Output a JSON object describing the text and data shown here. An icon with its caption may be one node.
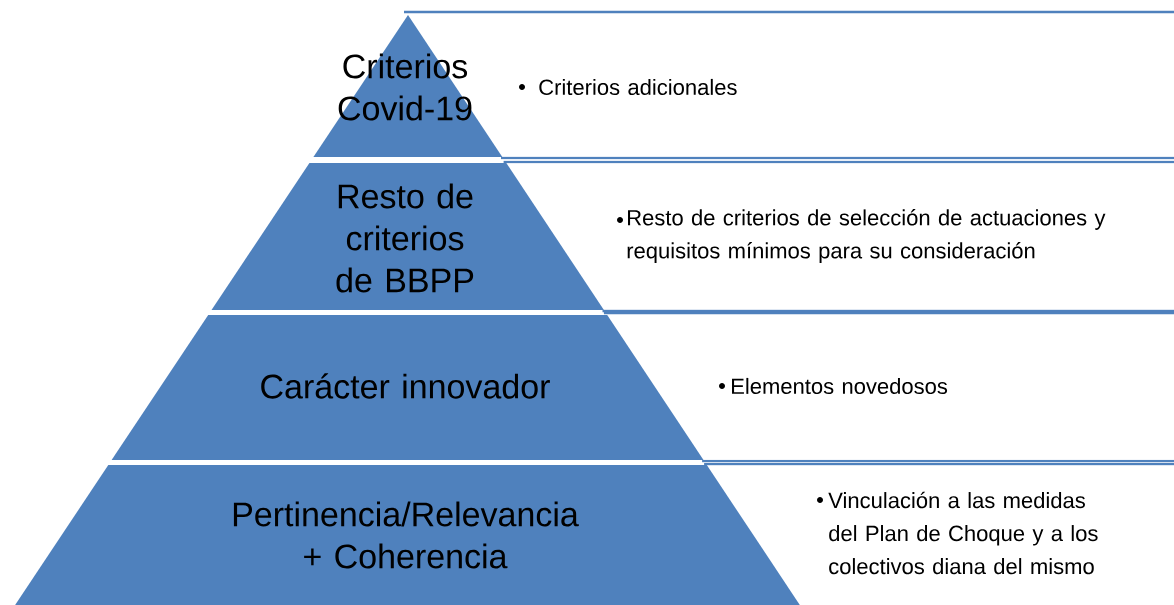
{
  "diagram": {
    "nodes": [
      {
        "text": [
          "Criterios Covid-19"
        ]
      },
      {
        "text": [
          "Criterios adicionales"
        ]
      },
      {
        "text": [
          "Resto de criterios de BBPP"
        ]
      },
      {
        "text": [
          "Resto de criterios de selección de actuaciones y requisitos mínimos para su consideración"
        ]
      },
      {
        "text": [
          "Carácter innovador"
        ]
      },
      {
        "text": [
          "Elementos novedosos"
        ]
      },
      {
        "text": [
          "Pertinencia/Relevancia + Coherencia"
        ]
      },
      {
        "text": [
          "Vinculación a las medidas del Plan de Choque y a los colectivos diana del mismo"
        ]
      }
    ]
  }
}
